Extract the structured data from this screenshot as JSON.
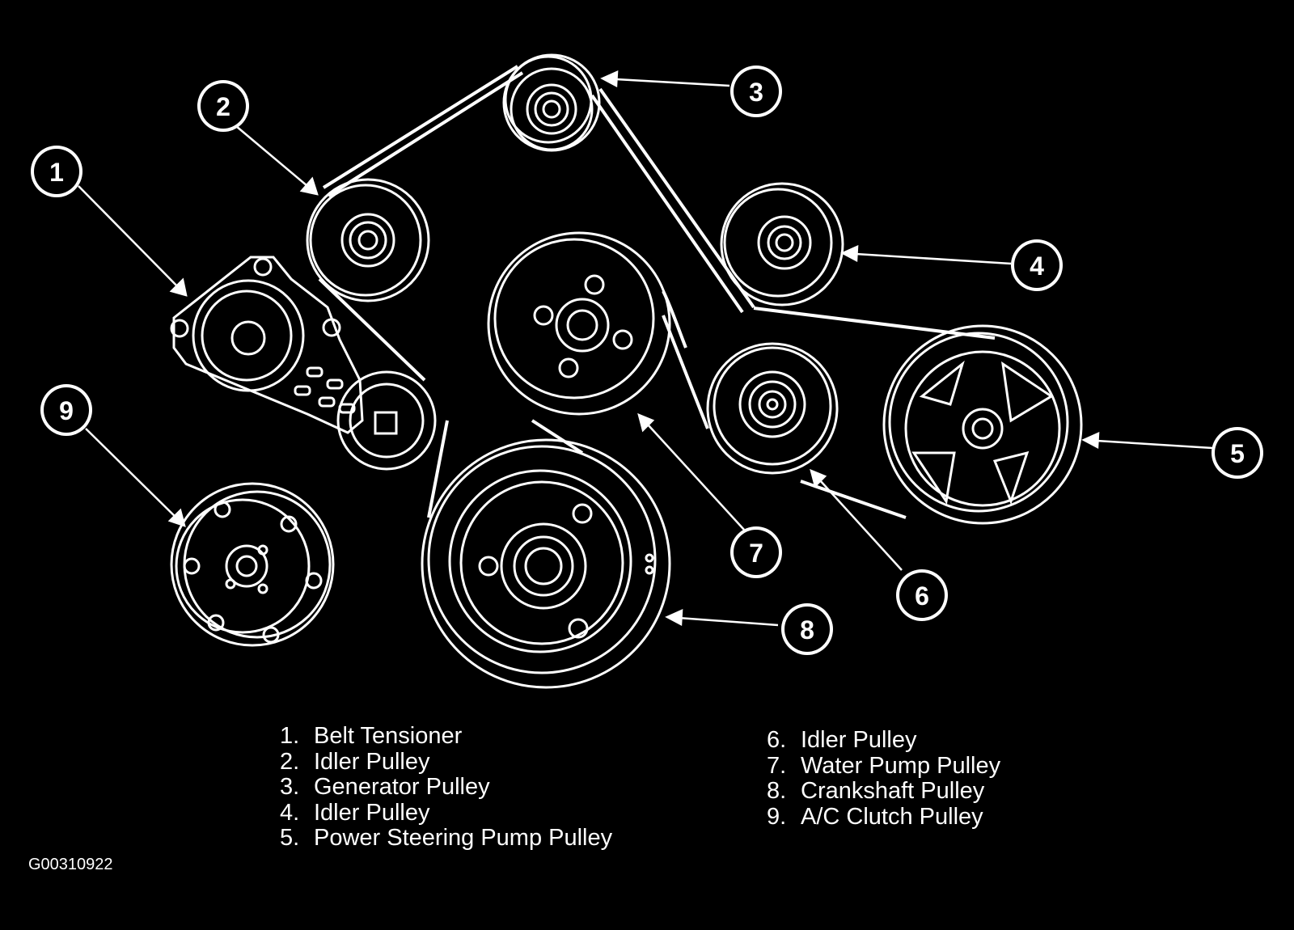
{
  "callouts": [
    {
      "number": "1",
      "label": "Belt Tensioner"
    },
    {
      "number": "2",
      "label": "Idler Pulley"
    },
    {
      "number": "3",
      "label": "Generator Pulley"
    },
    {
      "number": "4",
      "label": "Idler Pulley"
    },
    {
      "number": "5",
      "label": "Power Steering Pump Pulley"
    },
    {
      "number": "6",
      "label": "Idler Pulley"
    },
    {
      "number": "7",
      "label": "Water Pump Pulley"
    },
    {
      "number": "8",
      "label": "Crankshaft Pulley"
    },
    {
      "number": "9",
      "label": "A/C Clutch Pulley"
    }
  ],
  "legend": {
    "left": [
      {
        "num": "1.",
        "text": "Belt Tensioner"
      },
      {
        "num": "2.",
        "text": "Idler Pulley"
      },
      {
        "num": "3.",
        "text": "Generator Pulley"
      },
      {
        "num": "4.",
        "text": "Idler Pulley"
      },
      {
        "num": "5.",
        "text": "Power Steering Pump Pulley"
      }
    ],
    "right": [
      {
        "num": "6.",
        "text": "Idler Pulley"
      },
      {
        "num": "7.",
        "text": "Water Pump Pulley"
      },
      {
        "num": "8.",
        "text": "Crankshaft Pulley"
      },
      {
        "num": "9.",
        "text": "A/C Clutch Pulley"
      }
    ]
  },
  "figure_id": "G00310922",
  "colors": {
    "background": "#000000",
    "line": "#ffffff"
  }
}
